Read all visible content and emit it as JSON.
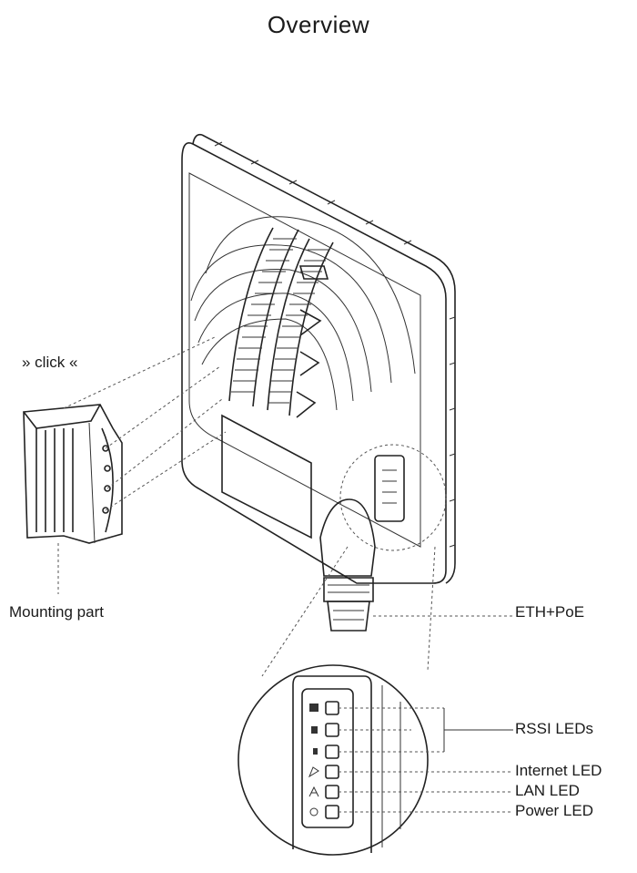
{
  "diagram": {
    "title": "Overview",
    "labels": {
      "click": "» click «",
      "mounting_part": "Mounting part",
      "eth_poe": "ETH+PoE",
      "rssi_leds": "RSSI LEDs",
      "internet_led": "Internet LED",
      "lan_led": "LAN LED",
      "power_led": "Power LED"
    },
    "colors": {
      "line": "#222222",
      "dashed": "#555555",
      "background": "#ffffff"
    }
  }
}
